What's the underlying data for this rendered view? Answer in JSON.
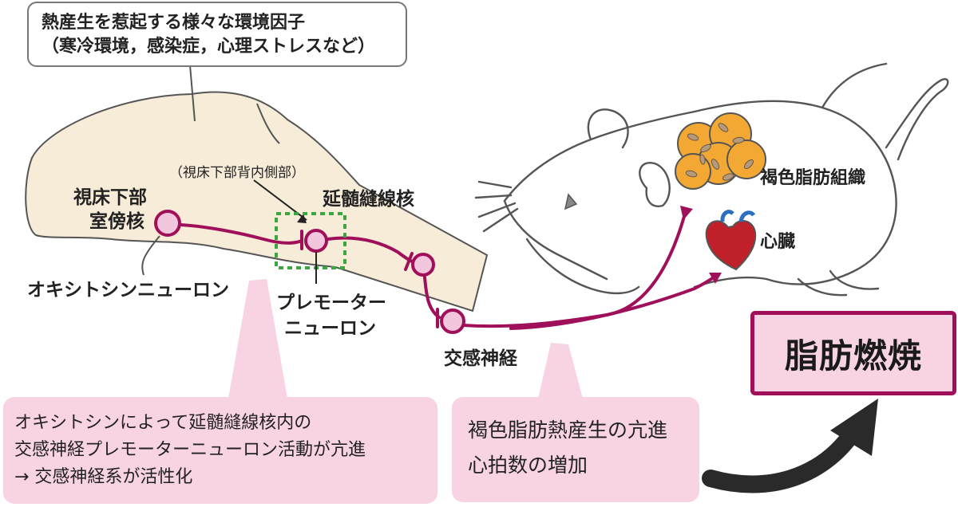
{
  "top_box": {
    "line1": "熱産生を惹起する様々な環境因子",
    "line2": "（寒冷環境，感染症，心理ストレスなど）"
  },
  "labels": {
    "dmh": "（視床下部背内側部）",
    "pvn_line1": "視床下部",
    "pvn_line2": "室傍核",
    "oxytocin_neuron": "オキシトシンニューロン",
    "raphe": "延髄縫線核",
    "premotor_line1": "プレモーター",
    "premotor_line2": "ニューロン",
    "sympathetic": "交感神経",
    "bat": "褐色脂肪組織",
    "heart": "心臓",
    "fat_burning": "脂肪燃焼"
  },
  "left_bubble": {
    "line1": "オキシトシンによって延髄縫線核内の",
    "line2": "交感神経プレモーターニューロン活動が亢進",
    "line3": "→ 交感神経系が活性化"
  },
  "middle_bubble": {
    "line1": "褐色脂肪熱産生の亢進",
    "line2": "心拍数の増加"
  },
  "colors": {
    "neuron": "#a0105a",
    "neuron_fill": "#f2c6dc",
    "brain_fill": "#f7ecd8",
    "bubble_fill": "#f7d3e4",
    "dashed_box": "#3aa840",
    "fat_burning_border": "#a0105a",
    "fat_burning_fill": "#f7d3e4",
    "bat_fill": "#f2a833"
  }
}
